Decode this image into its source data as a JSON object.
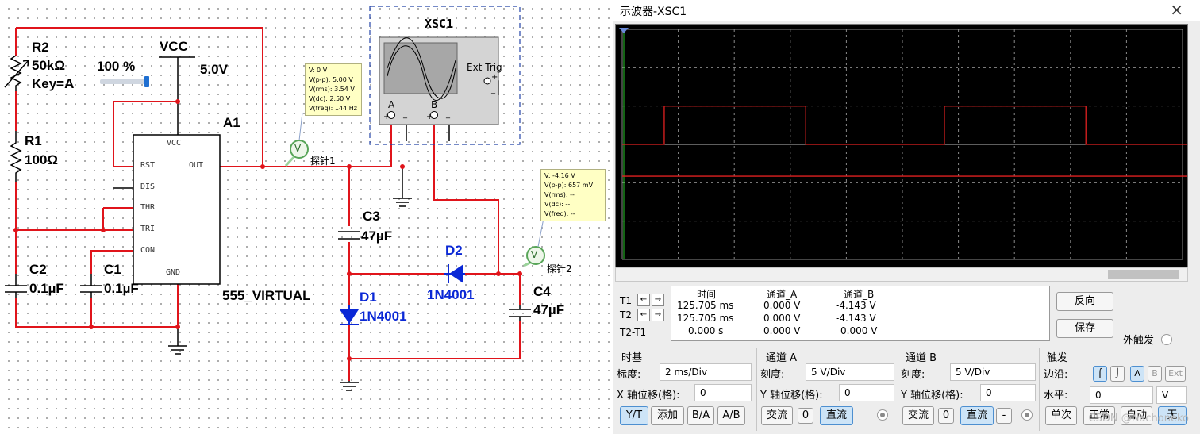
{
  "schematic": {
    "r2": {
      "ref": "R2",
      "value": "50kΩ",
      "key": "Key=A",
      "percent": "100 %",
      "slider_level": 1.0
    },
    "vcc": {
      "label": "VCC",
      "value": "5.0V"
    },
    "r1": {
      "ref": "R1",
      "value": "100Ω"
    },
    "c2": {
      "ref": "C2",
      "value": "0.1µF"
    },
    "c1": {
      "ref": "C1",
      "value": "0.1µF"
    },
    "a1": {
      "ref": "A1",
      "part": "555_VIRTUAL",
      "pins": [
        "VCC",
        "RST",
        "OUT",
        "DIS",
        "THR",
        "TRI",
        "CON",
        "GND"
      ]
    },
    "c3": {
      "ref": "C3",
      "value": "47µF"
    },
    "c4": {
      "ref": "C4",
      "value": "47µF"
    },
    "d1": {
      "ref": "D1",
      "part": "1N4001"
    },
    "d2": {
      "ref": "D2",
      "part": "1N4001"
    },
    "xsc1": {
      "ref": "XSC1",
      "ext_trig": "Ext Trig",
      "ch_a": "A",
      "ch_b": "B",
      "plus": "+",
      "minus": "_"
    },
    "probe1": {
      "label": "探针1",
      "icon": "V",
      "lines": [
        "V: 0 V",
        "V(p-p): 5.00 V",
        "V(rms): 3.54 V",
        "V(dc): 2.50 V",
        "V(freq): 144 Hz"
      ]
    },
    "probe2": {
      "label": "探针2",
      "icon": "V",
      "lines": [
        "V: -4.16 V",
        "V(p-p): 657 mV",
        "V(rms): --",
        "V(dc): --",
        "V(freq): --"
      ]
    }
  },
  "scope": {
    "title": "示波器-XSC1",
    "close_icon": "×",
    "cursor": {
      "t1": "T1",
      "t2": "T2",
      "t2_t1": "T2-T1",
      "left": "←",
      "right": "→"
    },
    "table": {
      "headers": [
        "时间",
        "通道_A",
        "通道_B"
      ],
      "rows": [
        [
          "125.705 ms",
          "0.000 V",
          "-4.143 V"
        ],
        [
          "125.705 ms",
          "0.000 V",
          "-4.143 V"
        ],
        [
          "0.000 s",
          "0.000 V",
          "0.000 V"
        ]
      ]
    },
    "buttons": {
      "reverse": "反向",
      "save": "保存",
      "ext_trigger": "外触发"
    },
    "timebase": {
      "title": "时基",
      "scale_label": "标度:",
      "scale": "2 ms/Div",
      "xpos_label": "X 轴位移(格):",
      "xpos": "0",
      "modes": [
        "Y/T",
        "添加",
        "B/A",
        "A/B"
      ]
    },
    "channel_a": {
      "title": "通道 A",
      "scale_label": "刻度:",
      "scale": "5  V/Div",
      "ypos_label": "Y 轴位移(格):",
      "ypos": "0",
      "coupling": [
        "交流",
        "0",
        "直流"
      ]
    },
    "channel_b": {
      "title": "通道 B",
      "scale_label": "刻度:",
      "scale": "5  V/Div",
      "ypos_label": "Y 轴位移(格):",
      "ypos": "0",
      "coupling": [
        "交流",
        "0",
        "直流",
        "-"
      ]
    },
    "trigger": {
      "title": "触发",
      "edge_label": "边沿:",
      "edge_buttons": [
        "⌠",
        "⌡",
        "A",
        "B",
        "Ext"
      ],
      "level_label": "水平:",
      "level": "0",
      "level_unit": "V",
      "modes": [
        "单次",
        "正常",
        "自动",
        "无"
      ]
    },
    "trace_colors": {
      "channel_a": "#e02020",
      "grid": "#8a8a8a",
      "background": "#000000"
    },
    "watermark": "CSDN @Nachoneko"
  }
}
